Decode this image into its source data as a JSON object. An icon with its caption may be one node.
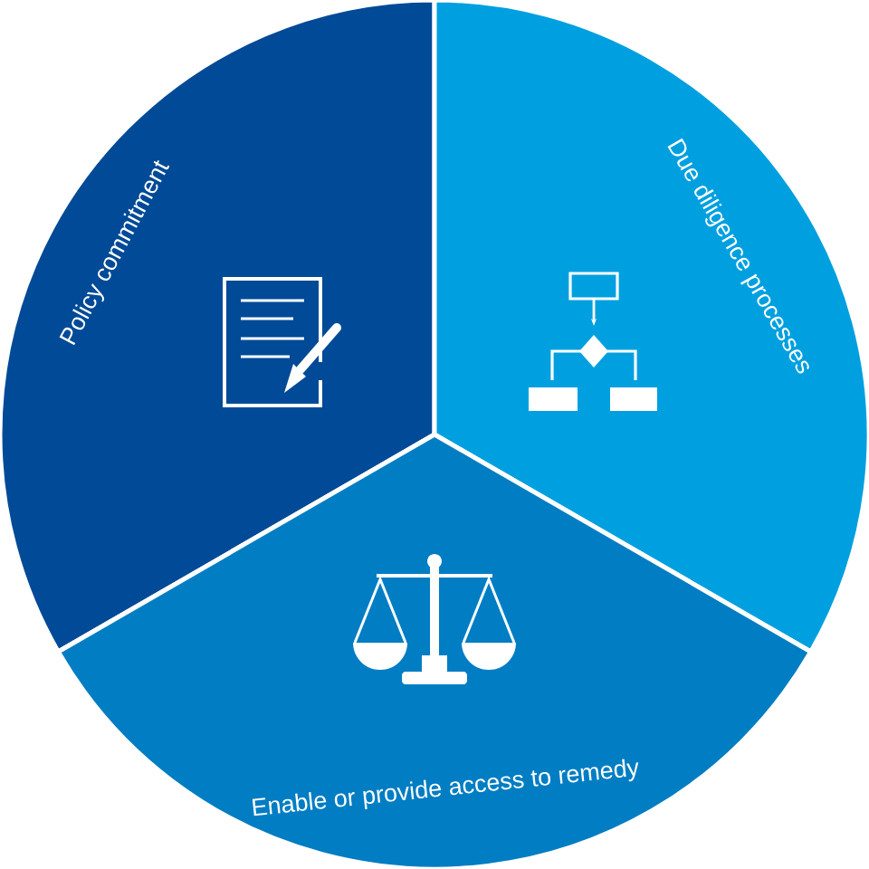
{
  "diagram": {
    "nodes": [
      {
        "text": [
          "Policy commitment"
        ]
      },
      {
        "text": [
          "Due diligence processes"
        ]
      },
      {
        "text": [
          "Enable or provide access to remedy"
        ]
      }
    ]
  }
}
